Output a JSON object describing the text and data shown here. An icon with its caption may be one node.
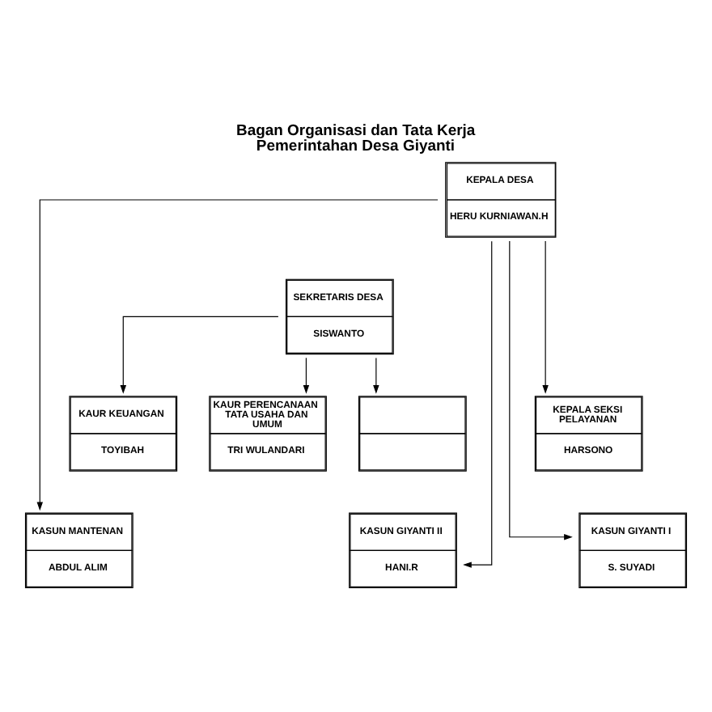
{
  "diagram": {
    "title": "Bagan Organisasi dan Tata Kerja Pemerintahan Desa Giyanti",
    "nodes": [
      {
        "text": [
          "KEPALA DESA",
          "HERU KURNIAWAN.H"
        ]
      },
      {
        "text": [
          "SEKRETARIS DESA",
          "SISWANTO"
        ]
      },
      {
        "text": [
          "KEPALA SEKSI PELAYANAN",
          "HARSONO"
        ]
      },
      {
        "text": [
          "KAUR PERENCANAAN TATA USAHA DAN UMUM",
          "TRI WULANDARI"
        ]
      },
      {
        "text": [
          "KAUR KEUANGAN",
          "TOYIBAH"
        ]
      },
      {
        "text": [],
        "shape": "box"
      },
      {
        "text": [
          "KASUN GIYANTI I",
          "S. SUYADI"
        ]
      },
      {
        "text": [
          "KASUN GIYANTI II",
          "HANI.R"
        ]
      },
      {
        "text": [
          "KASUN MANTENAN",
          "ABDUL ALIM"
        ]
      }
    ],
    "edges": [
      {
        "from": 0,
        "to": 2,
        "arrow": "to"
      },
      {
        "from": 1,
        "to": 3,
        "arrow": "to"
      },
      {
        "from": 1,
        "to": 4,
        "arrow": "to"
      },
      {
        "from": 1,
        "to": 5,
        "arrow": "to"
      },
      {
        "from": 0,
        "to": 6,
        "arrow": "to"
      },
      {
        "from": 0,
        "to": 7,
        "arrow": "to"
      },
      {
        "from": 0,
        "to": 8,
        "arrow": "to"
      }
    ]
  }
}
